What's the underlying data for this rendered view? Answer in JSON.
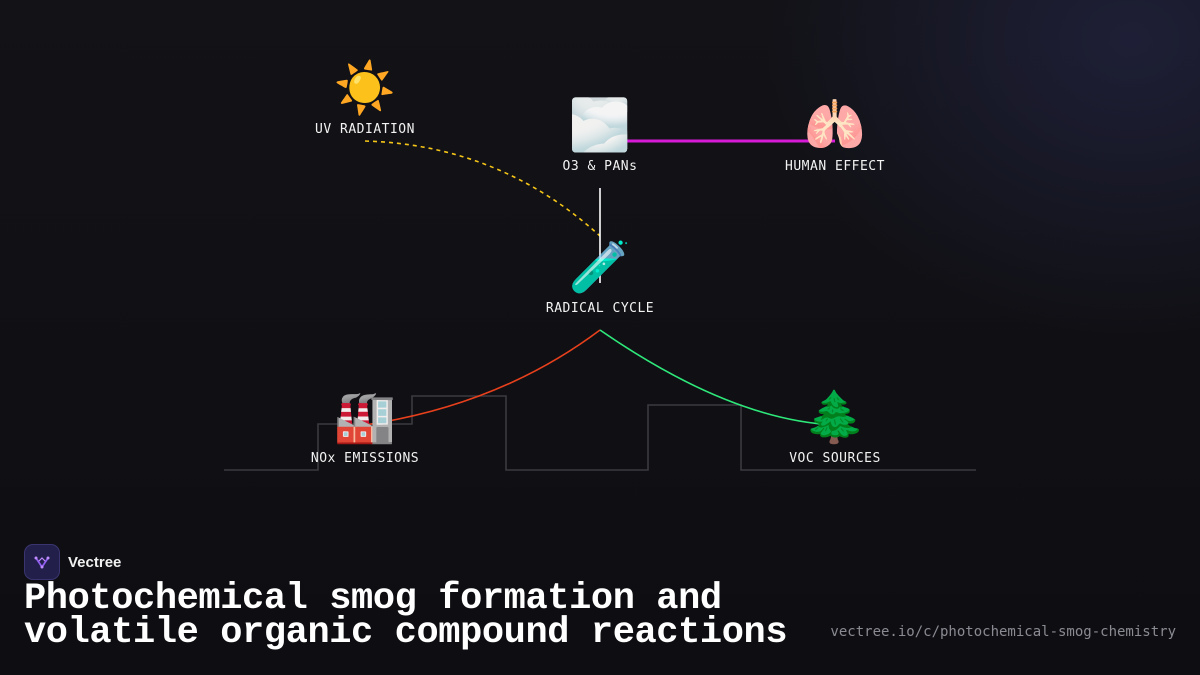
{
  "nodes": {
    "uv": {
      "icon": "☀️",
      "icon_name": "sun-icon",
      "label": "UV RADIATION"
    },
    "o3": {
      "icon": "🌫️",
      "icon_name": "fog-icon",
      "label": "O3 & PANs"
    },
    "human": {
      "icon": "🫁",
      "icon_name": "lungs-icon",
      "label": "HUMAN EFFECT"
    },
    "radical": {
      "icon": "🧪",
      "icon_name": "test-tube-icon",
      "label": "RADICAL CYCLE"
    },
    "nox": {
      "icon": "🏭",
      "icon_name": "factory-icon",
      "label": "NOx EMISSIONS"
    },
    "voc": {
      "icon": "🌲",
      "icon_name": "evergreen-tree-icon",
      "label": "VOC SOURCES"
    }
  },
  "connections": [
    {
      "from": "uv",
      "to": "radical",
      "style": "dashed",
      "color": "#f5c518"
    },
    {
      "from": "o3",
      "to": "human",
      "style": "solid",
      "color": "#d61ad6"
    },
    {
      "from": "o3",
      "to": "radical",
      "style": "solid",
      "color": "#ffffff"
    },
    {
      "from": "nox",
      "to": "radical",
      "style": "solid",
      "color": "#e8401c"
    },
    {
      "from": "voc",
      "to": "radical",
      "style": "solid",
      "color": "#2ee87a"
    }
  ],
  "brand": {
    "name": "Vectree",
    "accent": "#8e5cf0"
  },
  "title": "Photochemical smog formation and volatile organic compound reactions",
  "url": "vectree.io/c/photochemical-smog-chemistry"
}
